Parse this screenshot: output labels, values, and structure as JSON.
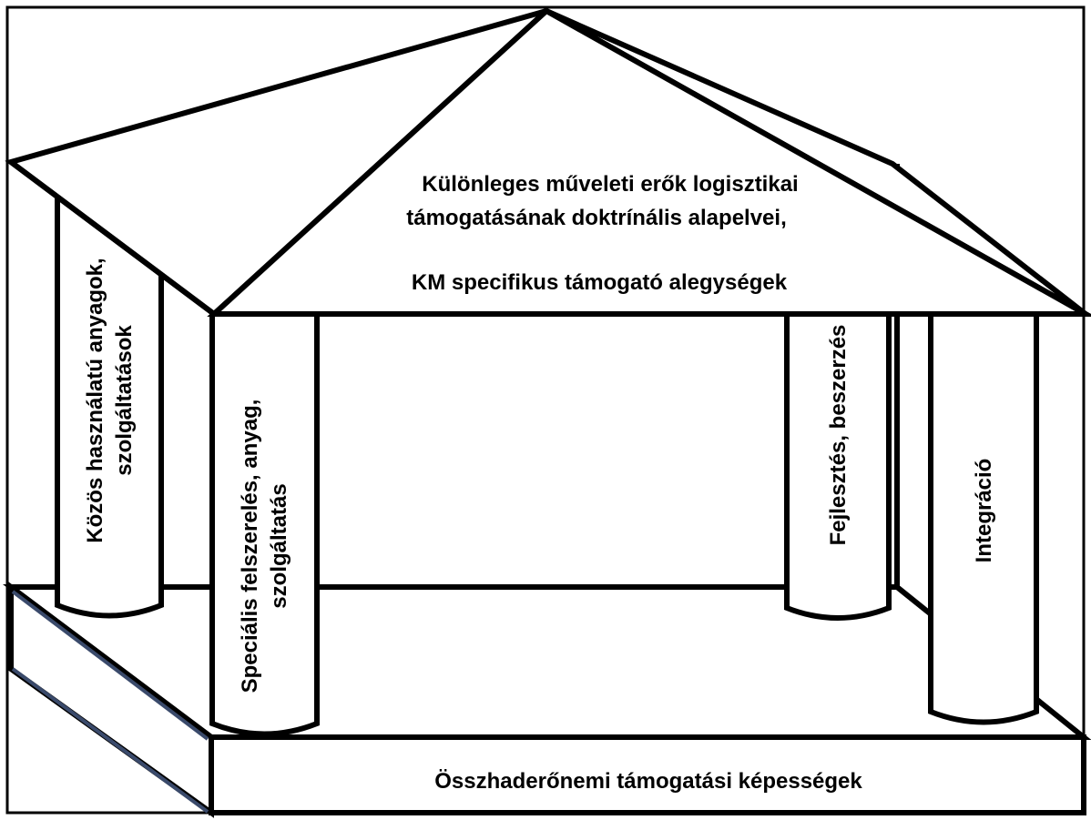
{
  "roof": {
    "line1": "Különleges műveleti erők logisztikai",
    "line2": "támogatásának doktrínális alapelvei,",
    "line3": "KM specifikus támogató alegységek"
  },
  "pillars": {
    "kozos": {
      "line1": "Közös használatú anyagok,",
      "line2": "szolgáltatások"
    },
    "specialis": {
      "line1": "Speciális felszerelés, anyag,",
      "line2": "szolgáltatás"
    },
    "fejlesztes": {
      "line1": "Fejlesztés, beszerzés"
    },
    "integracio": {
      "line1": "Integráció"
    }
  },
  "foundation": {
    "label": "Összhaderőnemi támogatási képességek"
  },
  "colors": {
    "stroke": "#000000",
    "fill": "#ffffff",
    "base_edge_blue": "#3a4a6b"
  }
}
